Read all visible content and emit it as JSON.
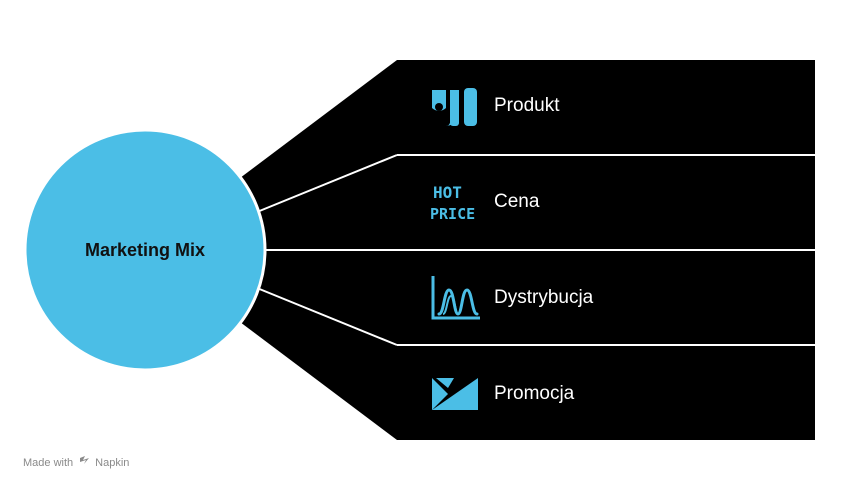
{
  "center": {
    "label": "Marketing Mix"
  },
  "colors": {
    "accent": "#4bbee6",
    "panel": "#000000",
    "divider": "#ffffff"
  },
  "items": [
    {
      "label": "Produkt",
      "icon": "product-box-icon"
    },
    {
      "label": "Cena",
      "icon": "hot-price-icon",
      "icon_text_top": "HOT",
      "icon_text_bottom": "PRICE"
    },
    {
      "label": "Dystrybucja",
      "icon": "distribution-curve-icon"
    },
    {
      "label": "Promocja",
      "icon": "promotion-envelope-icon"
    }
  ],
  "footer": {
    "made_with": "Made with",
    "brand": "Napkin"
  }
}
